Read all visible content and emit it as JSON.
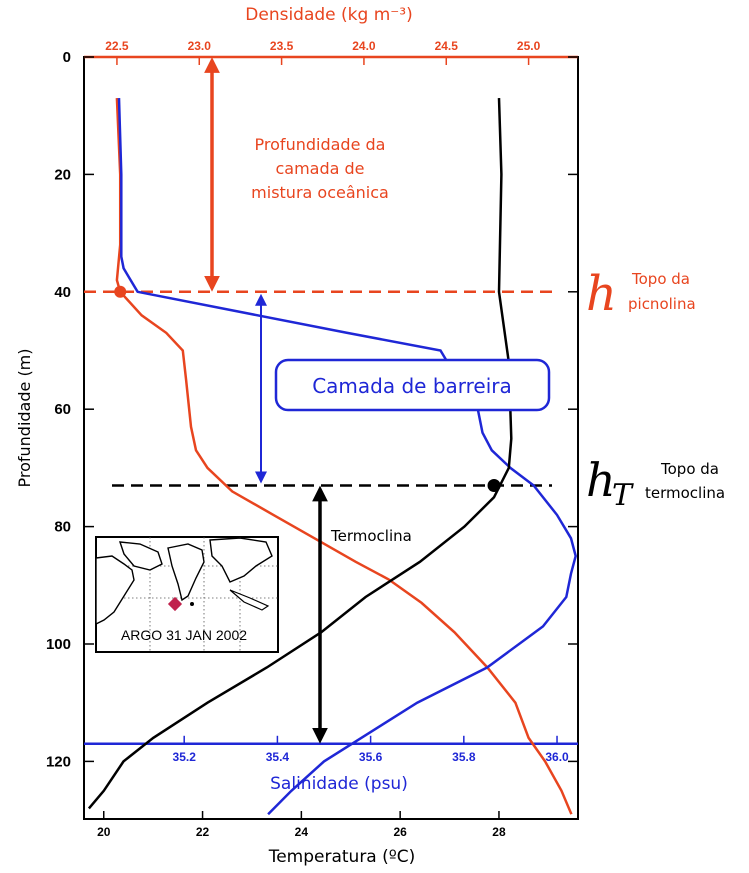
{
  "chart_data": {
    "type": "line",
    "axes": {
      "temperature": {
        "label": "Temperatura (ºC)",
        "range": [
          19.6,
          29.6
        ],
        "ticks": [
          20,
          22,
          24,
          26,
          28
        ],
        "color": "#000000"
      },
      "density": {
        "label": "Densidade (kg m⁻³)",
        "range": [
          22.3,
          25.3
        ],
        "ticks": [
          "22.5",
          "23.0",
          "23.5",
          "24.0",
          "24.5",
          "25.0"
        ],
        "color": "#e8451f"
      },
      "salinity": {
        "label": "Salinidade (psu)",
        "range": [
          34.985,
          36.045
        ],
        "ticks": [
          "35.2",
          "35.4",
          "35.6",
          "35.8",
          "36.0"
        ],
        "color": "#1f27d6"
      },
      "depth": {
        "label": "Profundidade (m)",
        "range": [
          0,
          130
        ],
        "ticks": [
          0,
          20,
          40,
          60,
          80,
          100,
          120
        ],
        "inverted": true
      }
    },
    "series": [
      {
        "key": "temperature",
        "color": "#000000",
        "points": [
          [
            28.0,
            7
          ],
          [
            28.05,
            20
          ],
          [
            28.0,
            40
          ],
          [
            28.2,
            52
          ],
          [
            28.25,
            65
          ],
          [
            28.2,
            70
          ],
          [
            27.9,
            75
          ],
          [
            27.3,
            80
          ],
          [
            26.4,
            86
          ],
          [
            25.3,
            92
          ],
          [
            24.4,
            98
          ],
          [
            23.3,
            104
          ],
          [
            22.1,
            110
          ],
          [
            21.0,
            116
          ],
          [
            20.4,
            120
          ],
          [
            20.0,
            125
          ],
          [
            19.7,
            128
          ]
        ]
      },
      {
        "key": "density",
        "color": "#e8451f",
        "points": [
          [
            22.5,
            7
          ],
          [
            22.52,
            20
          ],
          [
            22.52,
            32
          ],
          [
            22.5,
            38
          ],
          [
            22.52,
            40
          ],
          [
            22.65,
            44
          ],
          [
            22.8,
            47
          ],
          [
            22.9,
            50
          ],
          [
            22.92,
            55
          ],
          [
            22.95,
            63
          ],
          [
            22.98,
            67
          ],
          [
            23.05,
            70
          ],
          [
            23.2,
            74
          ],
          [
            23.45,
            78
          ],
          [
            23.7,
            82
          ],
          [
            23.95,
            86
          ],
          [
            24.15,
            89
          ],
          [
            24.35,
            93
          ],
          [
            24.55,
            98
          ],
          [
            24.75,
            104
          ],
          [
            24.92,
            110
          ],
          [
            25.0,
            116
          ],
          [
            25.1,
            120
          ],
          [
            25.2,
            125
          ],
          [
            25.26,
            129
          ]
        ]
      },
      {
        "key": "salinity",
        "color": "#1f27d6",
        "points": [
          [
            35.06,
            7
          ],
          [
            35.065,
            20
          ],
          [
            35.065,
            34
          ],
          [
            35.07,
            36
          ],
          [
            35.1,
            40
          ],
          [
            35.55,
            47
          ],
          [
            35.75,
            50
          ],
          [
            35.78,
            54
          ],
          [
            35.83,
            60
          ],
          [
            35.84,
            64
          ],
          [
            35.86,
            67
          ],
          [
            35.9,
            70
          ],
          [
            35.95,
            73
          ],
          [
            36.0,
            78
          ],
          [
            36.03,
            82
          ],
          [
            36.04,
            85
          ],
          [
            36.03,
            88
          ],
          [
            36.02,
            92
          ],
          [
            35.97,
            97
          ],
          [
            35.85,
            104
          ],
          [
            35.7,
            110
          ],
          [
            35.6,
            115
          ],
          [
            35.5,
            120
          ],
          [
            35.43,
            125
          ],
          [
            35.38,
            129
          ]
        ]
      }
    ],
    "markers": [
      {
        "axis": "density",
        "x": 22.52,
        "depth": 40,
        "color": "#e8451f"
      },
      {
        "axis": "temperature",
        "x": 27.9,
        "depth": 73,
        "color": "#000000"
      }
    ],
    "reference_lines": [
      {
        "depth": 40,
        "color": "#e8451f",
        "style": "dashed",
        "symbol": "h",
        "label_line1": "Topo da",
        "label_line2": "picnolina"
      },
      {
        "depth": 73,
        "color": "#000000",
        "style": "dashed",
        "symbol": "h",
        "subscript": "T",
        "label_line1": "Topo da",
        "label_line2": "termoclina"
      }
    ],
    "annotations": {
      "mixed_layer": {
        "line1": "Profundidade da",
        "line2": "camada de",
        "line3": "mistura oceânica",
        "color": "#e8451f",
        "from_depth": 0,
        "to_depth": 40
      },
      "barrier_layer": {
        "text": "Camada de barreira",
        "color": "#1f27d6",
        "from_depth": 40,
        "to_depth": 73
      },
      "thermocline": {
        "text": "Termoclina",
        "color": "#000000",
        "from_depth": 73,
        "to_depth": 117
      }
    },
    "inset": {
      "caption": "ARGO 31 JAN 2002",
      "marker_color": "#c0224c"
    }
  }
}
